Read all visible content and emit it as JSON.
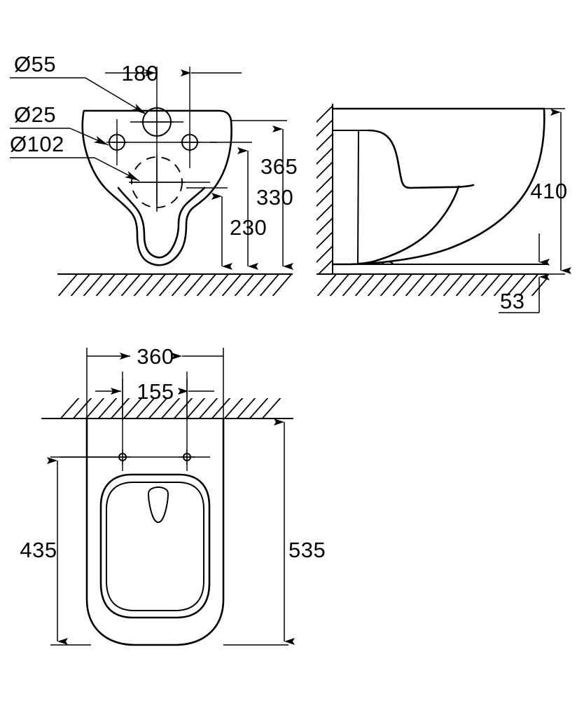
{
  "drawing": {
    "title": "Wall-hung WC pan technical dimension drawing",
    "units": "mm",
    "line_color": "#000000",
    "background_color": "#ffffff",
    "views": [
      {
        "id": "front-view",
        "name": "Front elevation with fixing holes",
        "labels": [
          {
            "id": "dia-55",
            "text": "Ø55",
            "type": "leader",
            "target": "large-flush-hole"
          },
          {
            "id": "dia-25",
            "text": "Ø25",
            "type": "leader",
            "target": "fixing-bolt-hole"
          },
          {
            "id": "dia-102",
            "text": "Ø102",
            "type": "leader",
            "target": "waste-outlet-hole"
          },
          {
            "id": "dim-180",
            "text": "180",
            "type": "horizontal",
            "value": 180
          },
          {
            "id": "dim-230",
            "text": "230",
            "type": "vertical",
            "value": 230
          },
          {
            "id": "dim-330",
            "text": "330",
            "type": "vertical",
            "value": 330
          },
          {
            "id": "dim-365",
            "text": "365",
            "type": "vertical",
            "value": 365
          }
        ]
      },
      {
        "id": "side-view",
        "name": "Side section against wall",
        "labels": [
          {
            "id": "dim-410",
            "text": "410",
            "type": "vertical",
            "value": 410
          },
          {
            "id": "dim-53",
            "text": "53",
            "type": "vertical",
            "value": 53
          }
        ]
      },
      {
        "id": "plan-view",
        "name": "Top plan view of bowl",
        "labels": [
          {
            "id": "dim-360",
            "text": "360",
            "type": "horizontal",
            "value": 360
          },
          {
            "id": "dim-155",
            "text": "155",
            "type": "horizontal",
            "value": 155
          },
          {
            "id": "dim-435",
            "text": "435",
            "type": "vertical",
            "value": 435
          },
          {
            "id": "dim-535",
            "text": "535",
            "type": "vertical",
            "value": 535
          }
        ]
      }
    ]
  },
  "dimensions": {
    "dia_55": "Ø55",
    "dia_25": "Ø25",
    "dia_102": "Ø102",
    "d180": "180",
    "d230": "230",
    "d330": "330",
    "d365": "365",
    "d410": "410",
    "d53": "53",
    "d360": "360",
    "d155": "155",
    "d435": "435",
    "d535": "535"
  }
}
